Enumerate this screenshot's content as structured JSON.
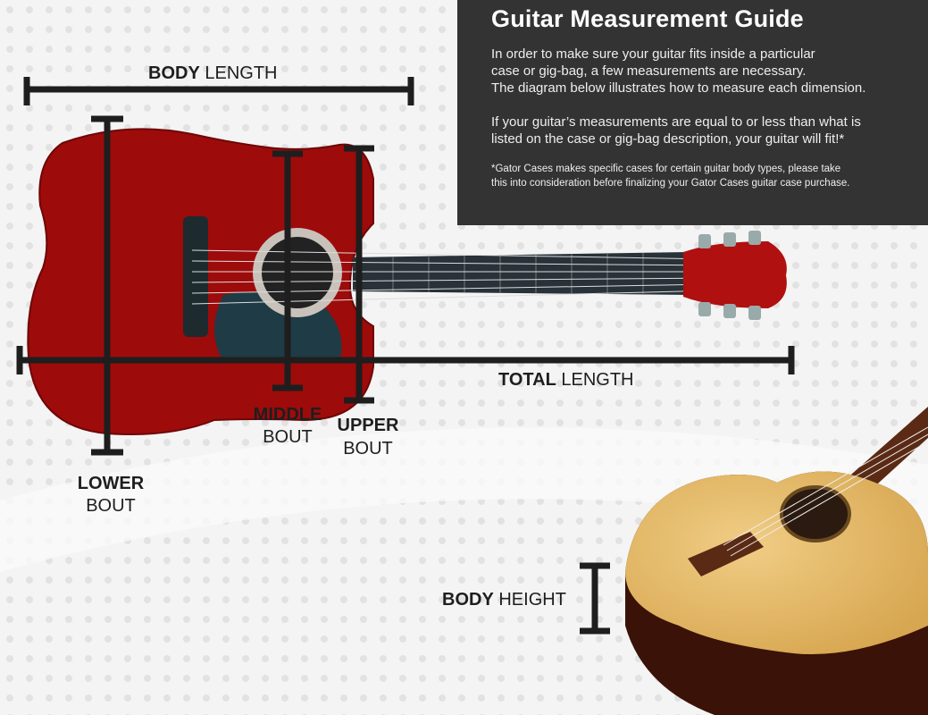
{
  "panel": {
    "title": "Guitar Measurement Guide",
    "intro_lines": [
      "In order to make sure your guitar fits inside a particular",
      "case or gig-bag, a few measurements are necessary.",
      "The diagram below illustrates how to measure each dimension."
    ],
    "fit_lines": [
      "If your guitar’s measurements are equal to or less than what is",
      "listed on the case or gig-bag description, your guitar will fit!*"
    ],
    "note_lines": [
      "*Gator Cases makes specific cases for certain guitar body types, please take",
      "this into consideration before finalizing your Gator Cases guitar case purchase."
    ]
  },
  "labels": {
    "body_length": {
      "bold": "BODY",
      "rest": " LENGTH"
    },
    "total_length": {
      "bold": "TOTAL",
      "rest": " LENGTH"
    },
    "middle_bout": {
      "bold": "MIDDLE",
      "rest": "BOUT"
    },
    "upper_bout": {
      "bold": "UPPER",
      "rest": "BOUT"
    },
    "lower_bout": {
      "bold": "LOWER",
      "rest": "BOUT"
    },
    "body_height": {
      "bold": "BODY",
      "rest": " HEIGHT"
    }
  },
  "colors": {
    "panel": "#333333",
    "red_guitar": "#9e0b0b",
    "natural_guitar": "#e2b765",
    "measure_bar": "#1e1e1e"
  }
}
